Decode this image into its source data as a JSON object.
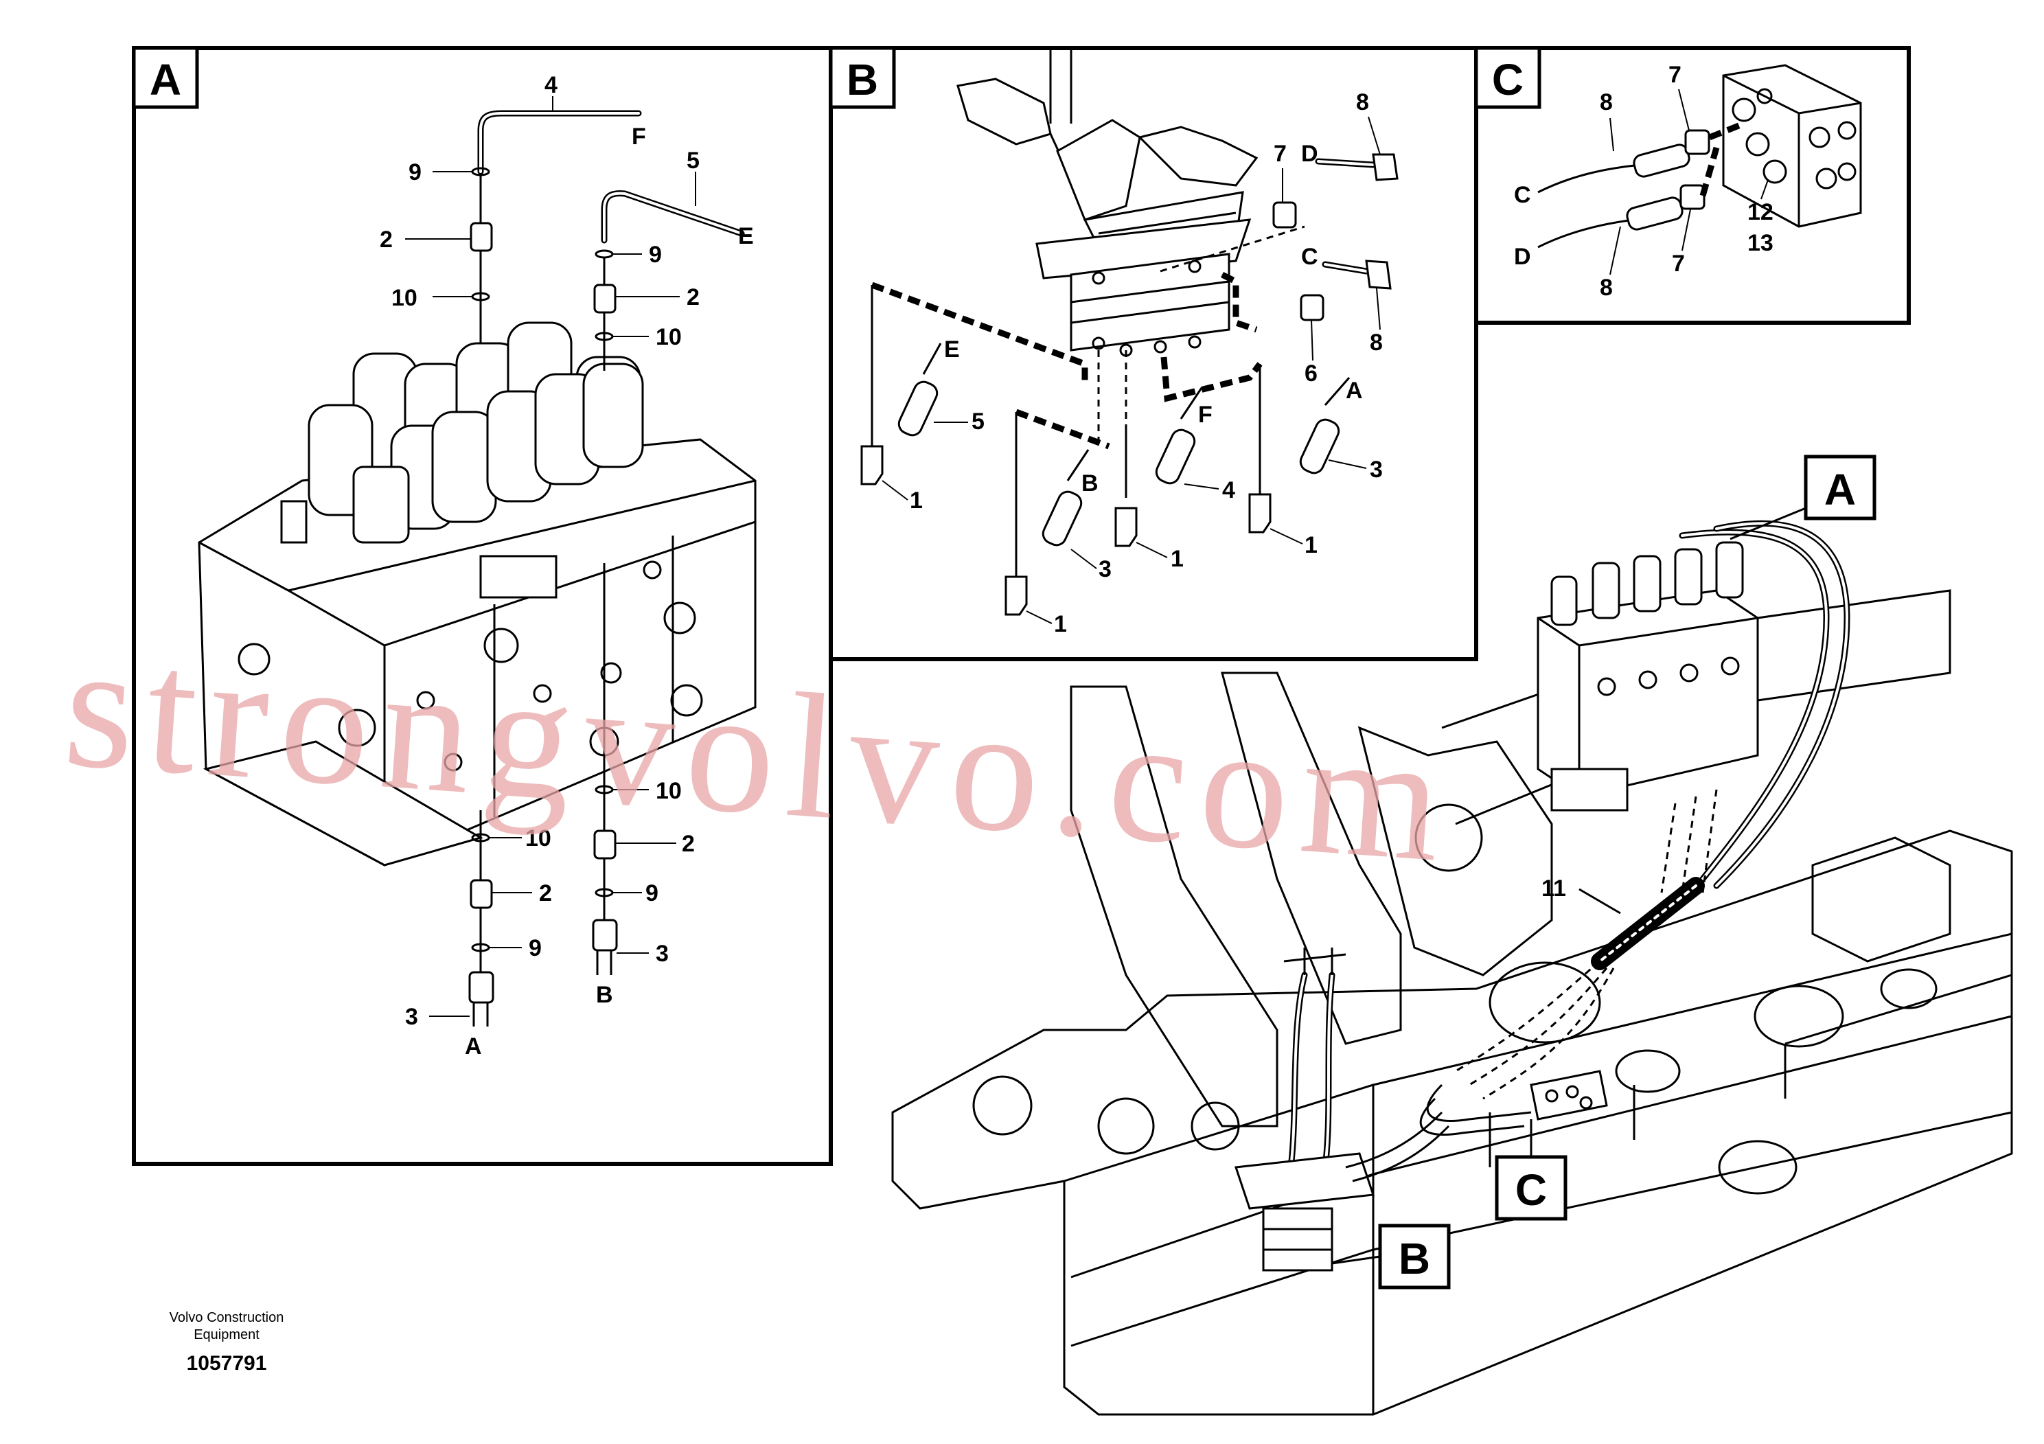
{
  "panels": {
    "a": {
      "tag": "A"
    },
    "b": {
      "tag": "B"
    },
    "c": {
      "tag": "C"
    }
  },
  "main_tags": {
    "a": "A",
    "b": "B",
    "c": "C"
  },
  "callouts": {
    "a": {
      "n4": "4",
      "f": "F",
      "n9_top": "9",
      "n2_top": "2",
      "n10_top": "10",
      "n5": "5",
      "e": "E",
      "n9_mid": "9",
      "n2_mid": "2",
      "n10_mid": "10",
      "n10_low": "10",
      "n10_low2": "10",
      "n2_low": "2",
      "n9_low": "9",
      "n2_low2": "2",
      "n9_low2": "9",
      "n3_right": "3",
      "b": "B",
      "n3_left": "3",
      "a_label": "A"
    },
    "b": {
      "n8_top": "8",
      "d": "D",
      "n7": "7",
      "c": "C",
      "n8_right": "8",
      "n6": "6",
      "e": "E",
      "n5": "5",
      "n1_a": "1",
      "f": "F",
      "n4": "4",
      "a_label": "A",
      "n3_right": "3",
      "n1_b": "1",
      "b_label": "B",
      "n3_mid": "3",
      "n1_c": "1",
      "n1_d": "1"
    },
    "c": {
      "n8_top": "8",
      "n7_top": "7",
      "c": "C",
      "d": "D",
      "n8_bot": "8",
      "n7_bot": "7",
      "n12": "12",
      "n13": "13"
    },
    "main": {
      "n11": "11"
    }
  },
  "watermark": "strongvolvo.com",
  "footer": {
    "company_line1": "Volvo Construction",
    "company_line2": "Equipment",
    "doc_number": "1057791"
  },
  "colors": {
    "line": "#000000",
    "watermark": "#e9a6a6",
    "background": "#ffffff"
  }
}
